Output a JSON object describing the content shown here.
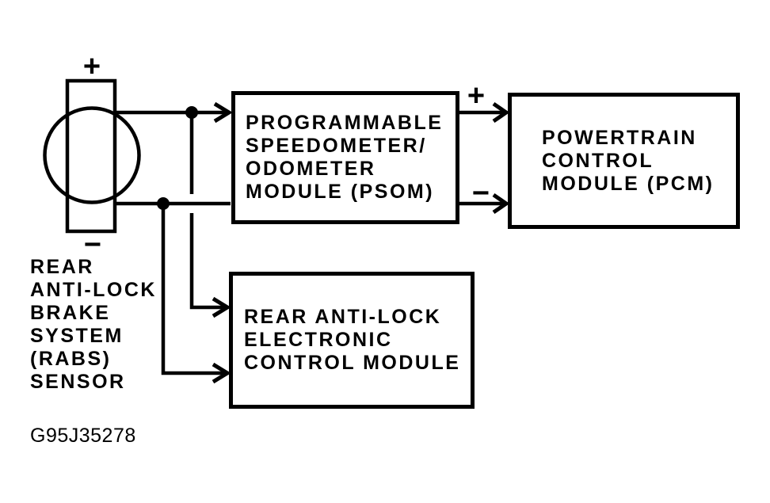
{
  "sensor": {
    "plus": "+",
    "minus": "−",
    "caption_lines": [
      "REAR",
      "ANTI-LOCK",
      "BRAKE",
      "SYSTEM",
      "(RABS)",
      "SENSOR"
    ]
  },
  "psom_box": {
    "lines": [
      "PROGRAMMABLE",
      "SPEEDOMETER/",
      "ODOMETER",
      "MODULE (PSOM)"
    ]
  },
  "pcm_box": {
    "lines": [
      "POWERTRAIN",
      "CONTROL",
      "MODULE (PCM)"
    ]
  },
  "pcm_wires": {
    "plus": "+",
    "minus": "−"
  },
  "rabs_ecm_box": {
    "lines": [
      "REAR ANTI-LOCK",
      "ELECTRONIC",
      "CONTROL MODULE"
    ]
  },
  "figure_code": "G95J35278",
  "colors": {
    "line": "#000000",
    "background": "#ffffff"
  }
}
